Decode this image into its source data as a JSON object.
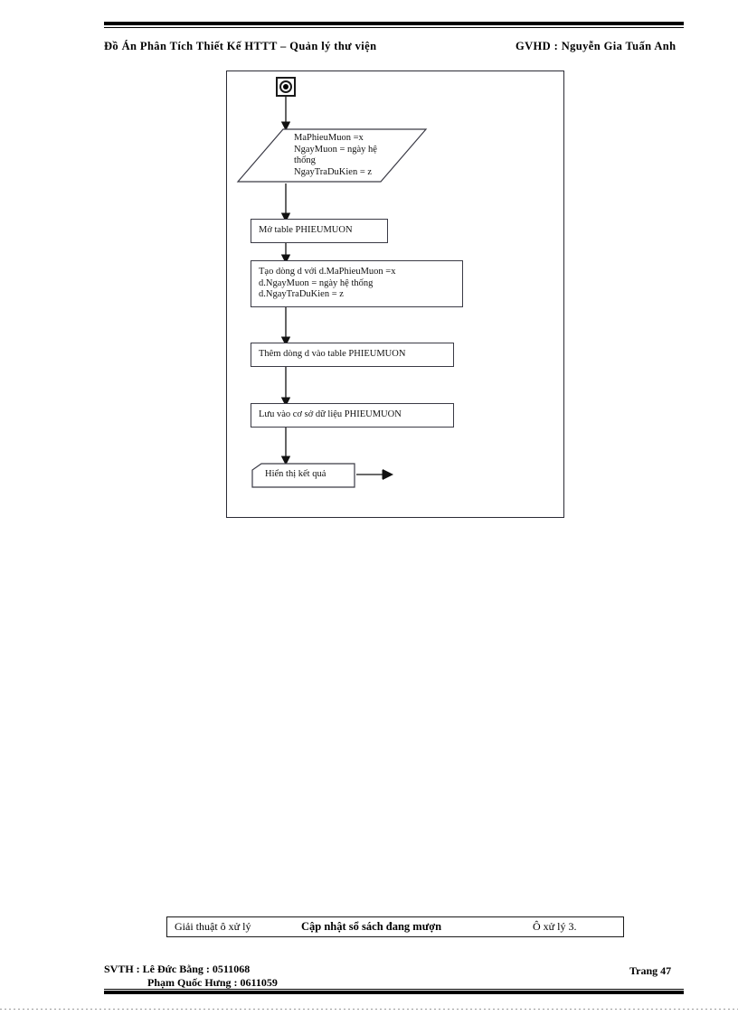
{
  "header": {
    "left": "Đồ Án Phân Tích Thiết Kế HTTT  – Quản lý thư viện",
    "right": "GVHD  : Nguyễn Gia Tuấn Anh"
  },
  "flowchart": {
    "type": "flowchart",
    "title": "Giải thuật ô xử lý Cập nhật sổ sách đang mượn",
    "nodes": [
      {
        "id": "start",
        "shape": "terminator-start",
        "label": ""
      },
      {
        "id": "input",
        "shape": "parallelogram",
        "label": "MaPhieuMuon =x\nNgayMuon = ngày hệ\nthống\nNgayTraDuKien = z"
      },
      {
        "id": "open",
        "shape": "rectangle",
        "label": "Mở table PHIEUMUON"
      },
      {
        "id": "make",
        "shape": "rectangle",
        "label": "Tạo dòng d với d.MaPhieuMuon =x\nd.NgayMuon = ngày hệ thống\nd.NgayTraDuKien = z"
      },
      {
        "id": "add",
        "shape": "rectangle",
        "label": "Thêm dòng d vào table PHIEUMUON"
      },
      {
        "id": "save",
        "shape": "rectangle",
        "label": "Lưu vào cơ sở dữ liệu PHIEUMUON"
      },
      {
        "id": "show",
        "shape": "display",
        "label": "Hiển thị kết quả"
      }
    ],
    "edges": [
      {
        "from": "start",
        "to": "input"
      },
      {
        "from": "input",
        "to": "open"
      },
      {
        "from": "open",
        "to": "make"
      },
      {
        "from": "make",
        "to": "add"
      },
      {
        "from": "add",
        "to": "save"
      },
      {
        "from": "save",
        "to": "show"
      },
      {
        "from": "show",
        "to": "exit"
      }
    ]
  },
  "caption": {
    "prefix": "Giải thuật ô xử lý",
    "title": "Cập nhật sổ sách đang mượn",
    "suffix": "Ô xử lý 3."
  },
  "footer": {
    "line1": "SVTH :  Lê Đức Bằng : 0511068",
    "line2": "Phạm Quốc Hưng : 0611059",
    "page": "Trang  47"
  },
  "colors": {
    "ink": "#000000",
    "node_border": "#3a3a45",
    "frame_border": "#2b2b35"
  }
}
